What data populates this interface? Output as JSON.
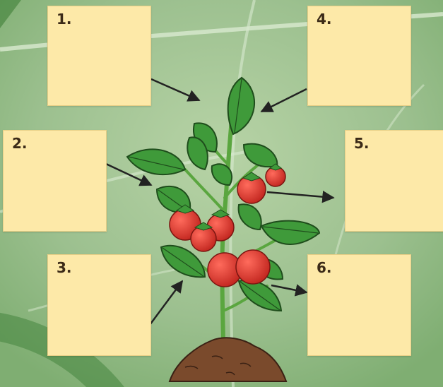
{
  "boxes": [
    {
      "id": "box-1",
      "label": "1."
    },
    {
      "id": "box-2",
      "label": "2."
    },
    {
      "id": "box-3",
      "label": "3."
    },
    {
      "id": "box-4",
      "label": "4."
    },
    {
      "id": "box-5",
      "label": "5."
    },
    {
      "id": "box-6",
      "label": "6."
    }
  ],
  "colors": {
    "leaf_background": "#9cc08f",
    "box_fill": "#fde9a8",
    "plant_leaf": "#3f9a3a",
    "tomato": "#d9342b",
    "soil": "#7a4a2c",
    "arrow": "#222222"
  }
}
